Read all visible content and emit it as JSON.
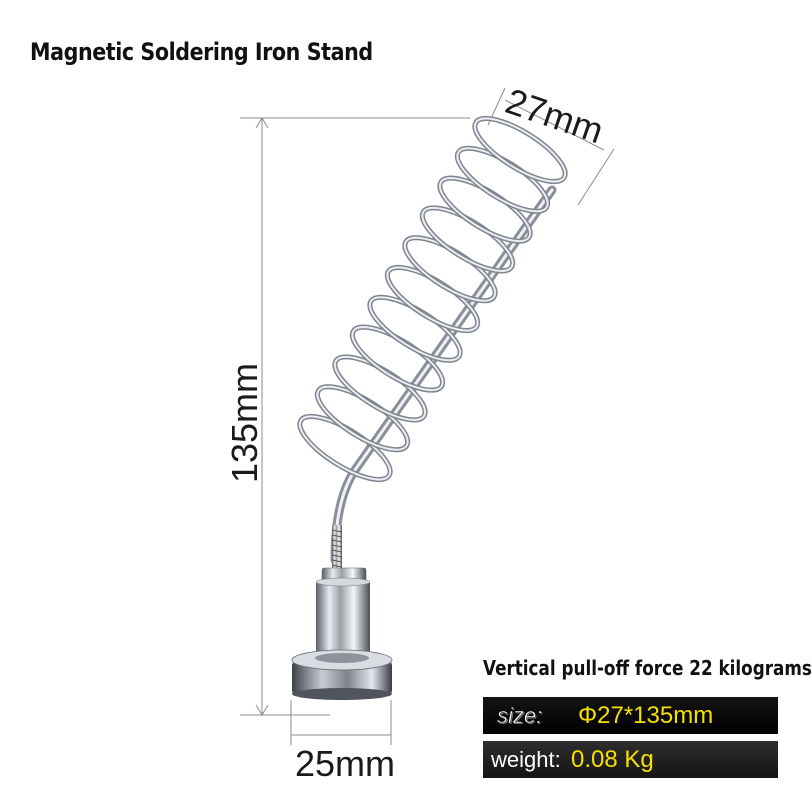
{
  "title": "Magnetic Soldering Iron Stand",
  "dimensions": {
    "height": "135mm",
    "base_diameter": "25mm",
    "spring_diameter": "27mm"
  },
  "pull_force": "Vertical pull-off force 22 kilograms",
  "specs": {
    "size_label": "size:",
    "size_value": "Φ27*135mm",
    "weight_label": "weight:",
    "weight_value": "0.08 Kg"
  },
  "colors": {
    "spec_value": "#f5e000",
    "spec_background": "#000000"
  }
}
